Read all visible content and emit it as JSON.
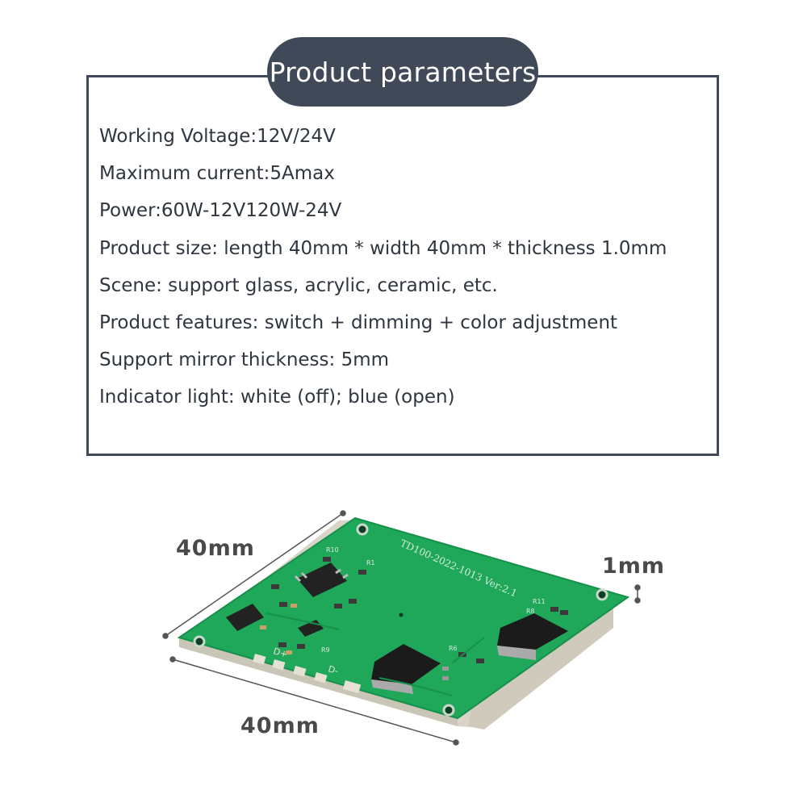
{
  "title": "Product parameters",
  "parameters": [
    "Working Voltage:12V/24V",
    "Maximum current:5Amax",
    "Power:60W-12V120W-24V",
    "Product size: length 40mm * width 40mm * thickness 1.0mm",
    "Scene: support glass, acrylic, ceramic, etc.",
    "Product features: switch + dimming + color adjustment",
    "Support mirror thickness: 5mm",
    "Indicator light: white (off); blue (open)"
  ],
  "dimensions": {
    "length": "40mm",
    "width": "40mm",
    "thickness": "1mm"
  },
  "board": {
    "silkscreen": "TD100-2022-1013 Ver:2.1",
    "pad_labels": [
      "D+",
      "D-"
    ],
    "component_labels": [
      "R10",
      "R1",
      "R11",
      "R8",
      "R6",
      "R9"
    ]
  },
  "colors": {
    "frame": "#3f4957",
    "pcb": "#1fa85a",
    "text": "#2f3640"
  }
}
